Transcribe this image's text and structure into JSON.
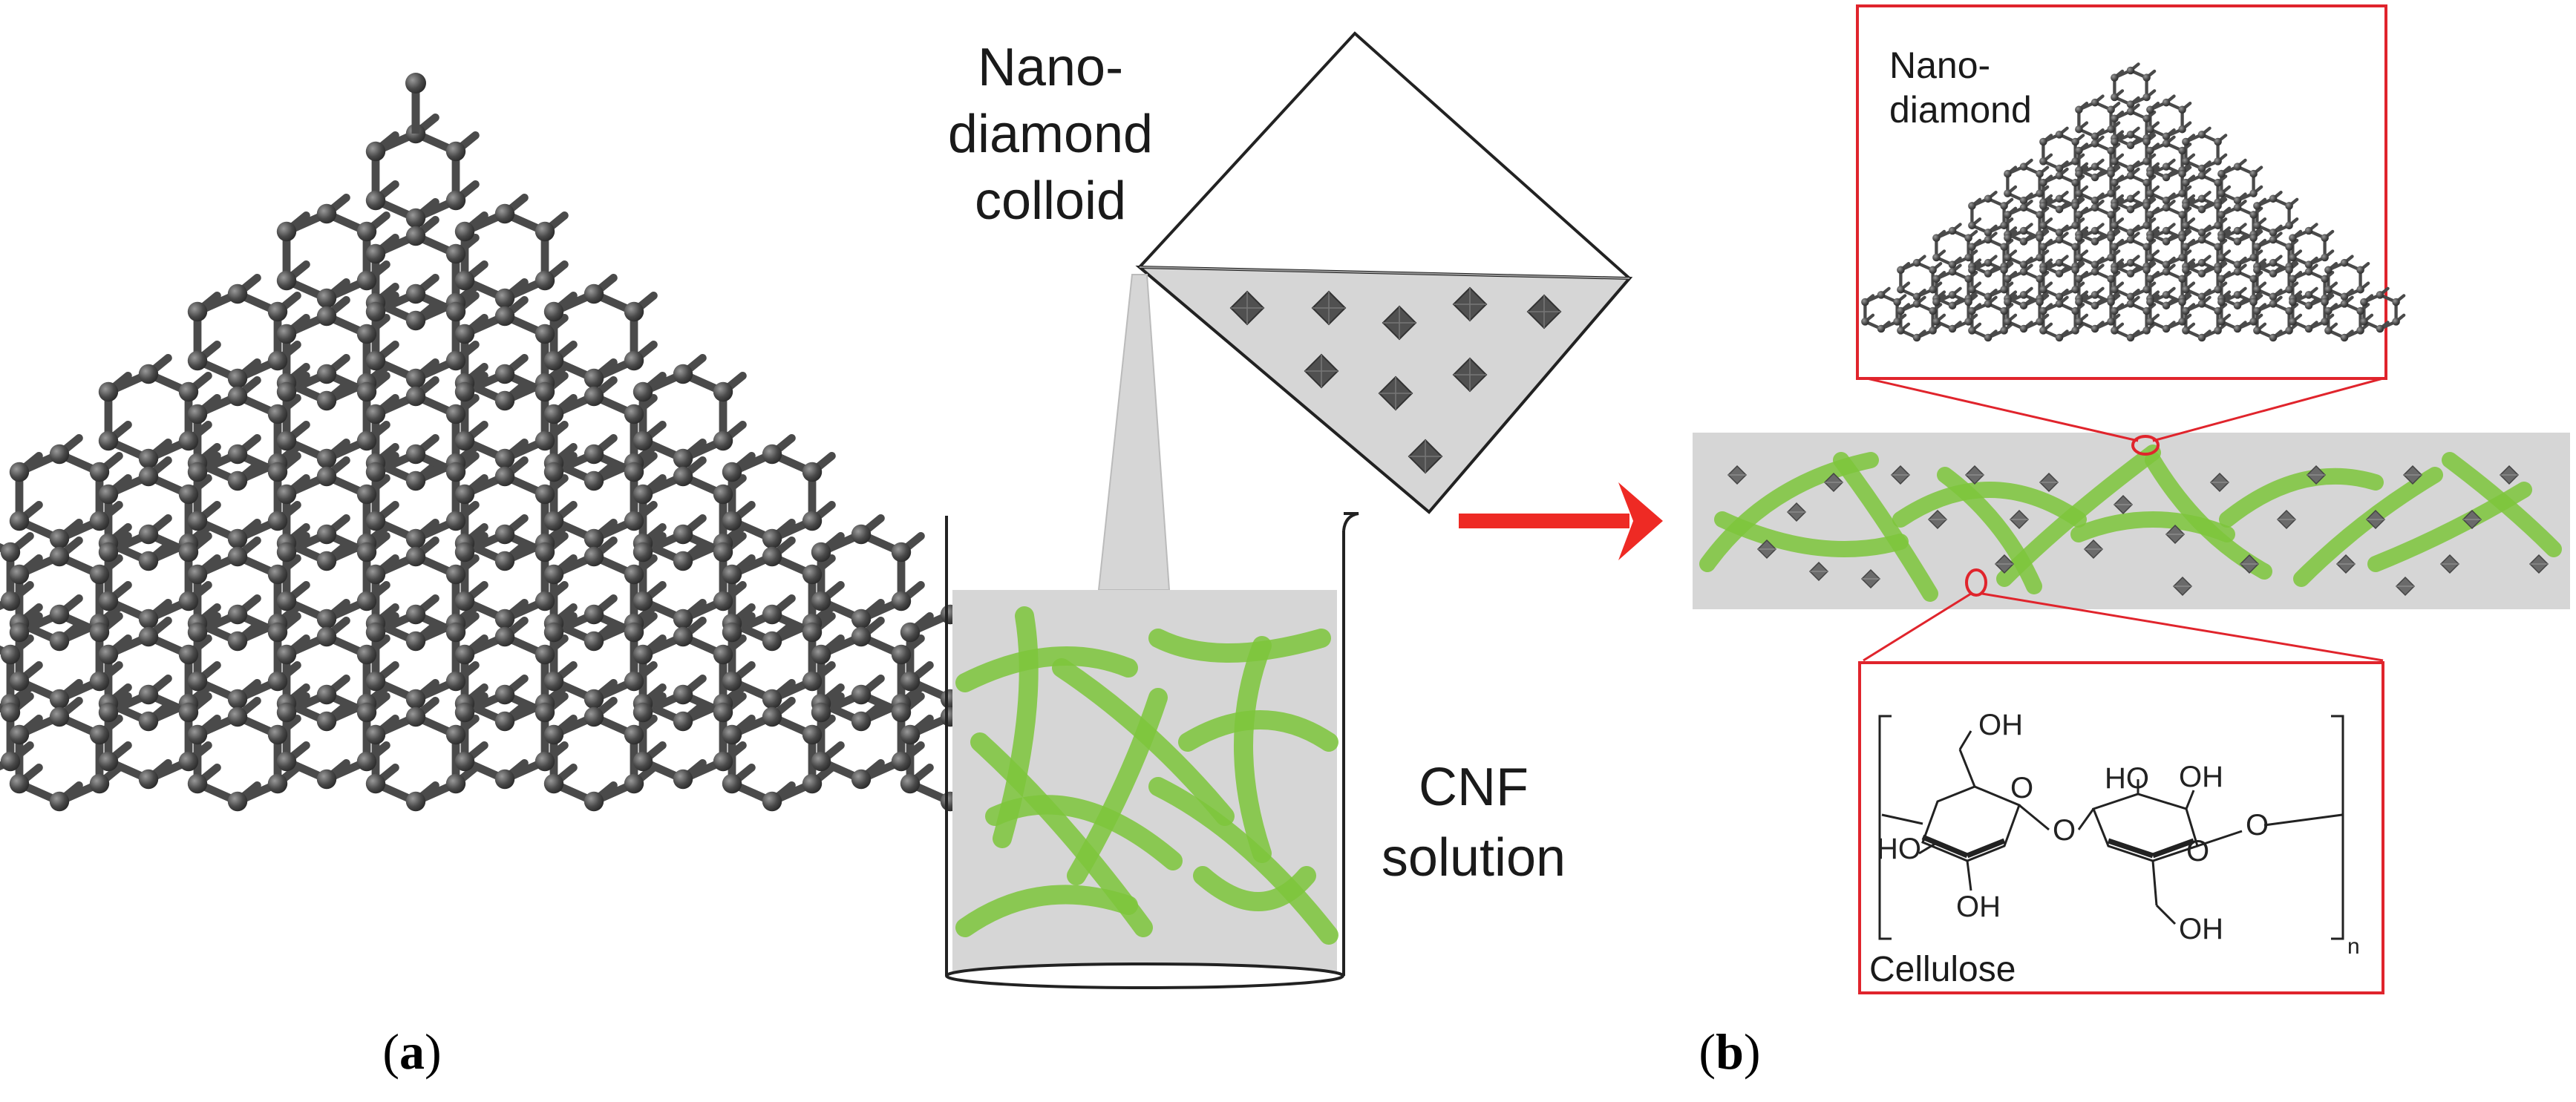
{
  "panel_a": {
    "caption": "(a)",
    "caption_open": "(",
    "caption_letter": "a",
    "caption_close": ")"
  },
  "panel_b": {
    "caption": "(b)",
    "caption_open": "(",
    "caption_letter": "b",
    "caption_close": ")",
    "colloid_label": [
      "Nano-",
      "diamond",
      "colloid"
    ],
    "solution_label": [
      "CNF",
      "solution"
    ],
    "inset_top_label": [
      "Nano-",
      "diamond"
    ],
    "inset_bottom_label": "Cellulose",
    "chem": {
      "oh_top_left": "OH",
      "oh_top_right": "OH",
      "ho_mid_right": "HO",
      "ho_left": "HO",
      "oh_bottom_left": "OH",
      "o_bridge": "O",
      "o_right": "O",
      "o_ring_left": "O",
      "o_ring_right": "O",
      "oh_bottom_right": "OH",
      "subscript": "n"
    }
  },
  "colors": {
    "structure": "#4a4a4a",
    "fiber_green": "#7dc63b",
    "liquid_gray": "#d6d6d6",
    "arrow_red": "#ee2a24",
    "inset_border": "#e0242c"
  }
}
